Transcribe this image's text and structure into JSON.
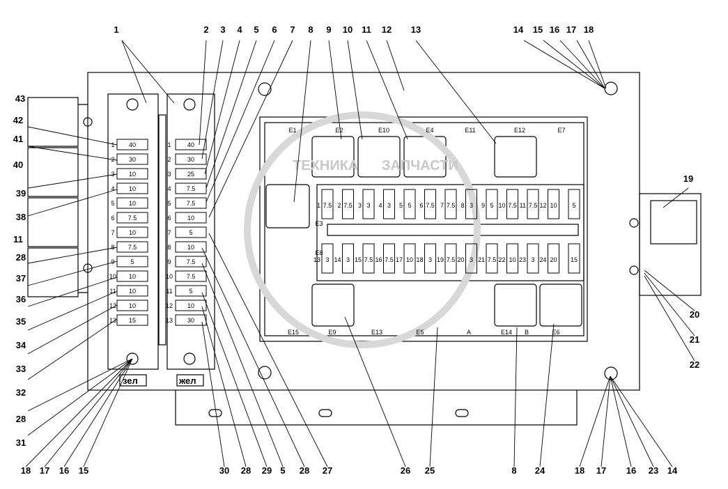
{
  "watermark": {
    "left": "ТЕХНИКА",
    "right": "ЗАПЧАСТИ"
  },
  "strip_labels": [
    "зел",
    "жел"
  ],
  "left_block_amps": [
    "40",
    "30",
    "10",
    "10",
    "10",
    "7.5",
    "10",
    "7.5",
    "5",
    "10",
    "10",
    "10",
    "15"
  ],
  "right_block_amps": [
    "40",
    "30",
    "25",
    "7.5",
    "7.5",
    "10",
    "5",
    "10",
    "7.5",
    "7.5",
    "5",
    "10",
    "30"
  ],
  "slot_numbers": [
    "1",
    "2",
    "3",
    "4",
    "5",
    "6",
    "7",
    "8",
    "9",
    "10",
    "11",
    "12",
    "13"
  ],
  "relay_labels": [
    "E1",
    "E2",
    "E10",
    "E4",
    "E11",
    "E12",
    "E7",
    "E15",
    "E9",
    "E13",
    "E5",
    "A",
    "E14",
    "B",
    "E6",
    "E3",
    "E8"
  ],
  "fuse_top": [
    {
      "n": "1",
      "a": "7.5"
    },
    {
      "n": "2",
      "a": "7.5"
    },
    {
      "n": "3",
      "a": "3"
    },
    {
      "n": "4",
      "a": "3"
    },
    {
      "n": "5",
      "a": "5"
    },
    {
      "n": "6",
      "a": "7.5"
    },
    {
      "n": "7",
      "a": "7.5"
    },
    {
      "n": "8",
      "a": "3"
    },
    {
      "n": "9",
      "a": "5"
    },
    {
      "n": "10",
      "a": "7.5"
    },
    {
      "n": "11",
      "a": "7.5"
    },
    {
      "n": "12",
      "a": "10"
    },
    {
      "n": "",
      "a": "5"
    }
  ],
  "fuse_bottom": [
    {
      "n": "13",
      "a": "3"
    },
    {
      "n": "14",
      "a": "3"
    },
    {
      "n": "15",
      "a": "7.5"
    },
    {
      "n": "16",
      "a": "7.5"
    },
    {
      "n": "17",
      "a": "10"
    },
    {
      "n": "18",
      "a": "3"
    },
    {
      "n": "19",
      "a": "7.5"
    },
    {
      "n": "20",
      "a": "3"
    },
    {
      "n": "21",
      "a": "7.5"
    },
    {
      "n": "22",
      "a": "10"
    },
    {
      "n": "23",
      "a": "3"
    },
    {
      "n": "24",
      "a": "20"
    },
    {
      "n": "",
      "a": "15"
    }
  ],
  "callouts": {
    "top": [
      "1",
      "2",
      "3",
      "4",
      "5",
      "6",
      "7",
      "8",
      "9",
      "10",
      "11",
      "12",
      "13",
      "14",
      "15",
      "16",
      "17",
      "18"
    ],
    "left": [
      "43",
      "42",
      "41",
      "40",
      "39",
      "38",
      "11",
      "28",
      "37",
      "36",
      "35",
      "34",
      "33",
      "32",
      "28",
      "31"
    ],
    "right": [
      "19",
      "20",
      "21",
      "22"
    ],
    "bottom": [
      "18",
      "17",
      "16",
      "15",
      "30",
      "28",
      "29",
      "5",
      "28",
      "27",
      "26",
      "25",
      "8",
      "24",
      "18",
      "17",
      "16",
      "23",
      "14"
    ]
  }
}
